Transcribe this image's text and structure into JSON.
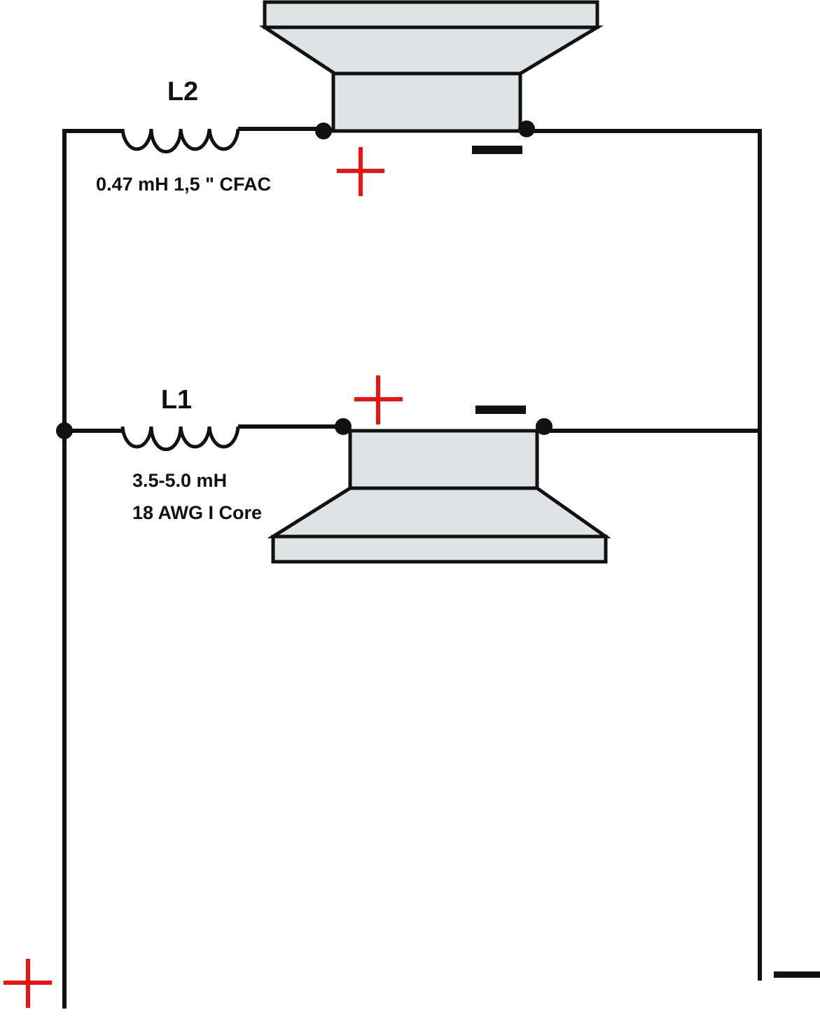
{
  "inductors": [
    {
      "id": "L2",
      "name": "L2",
      "spec_lines": [
        "0.47 mH 1,5 \" CFAC"
      ]
    },
    {
      "id": "L1",
      "name": "L1",
      "spec_lines": [
        "3.5-5.0 mH",
        "18 AWG I Core"
      ]
    }
  ],
  "polarity": {
    "plus": "+",
    "minus": "−"
  },
  "colors": {
    "wire": "#111111",
    "speaker_fill": "#dfe3e3",
    "plus_marker": "#ee1111",
    "minus_marker": "#111111"
  },
  "icons": [
    "speaker-icon",
    "inductor-coil-icon",
    "plus-polarity-icon",
    "minus-polarity-icon"
  ]
}
